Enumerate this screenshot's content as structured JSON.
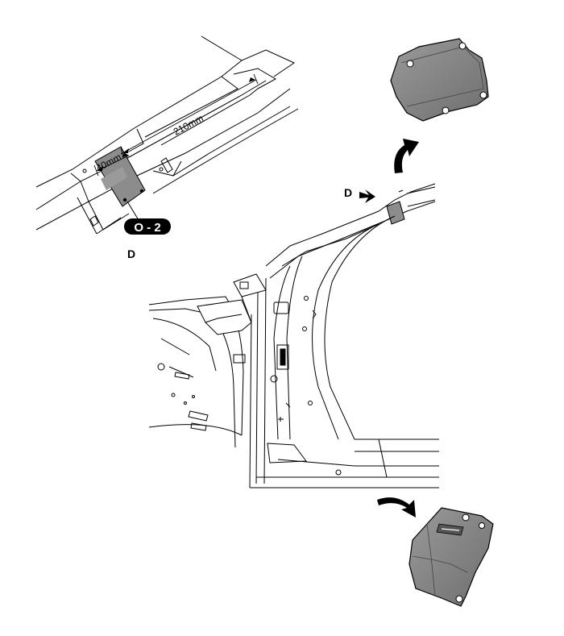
{
  "labels": {
    "dim_length": "210mm",
    "dim_width": "40mm",
    "part_code": "O - 2",
    "view_letter": "D",
    "view_title": "D"
  },
  "colors": {
    "line": "#000000",
    "patch_fill": "#8c8c8c",
    "patch_dark": "#5a5a5a",
    "badge": "#000000",
    "badge_text": "#ffffff"
  },
  "icons": [
    "rotate-arrow-icon",
    "pointer-arrow-icon"
  ]
}
